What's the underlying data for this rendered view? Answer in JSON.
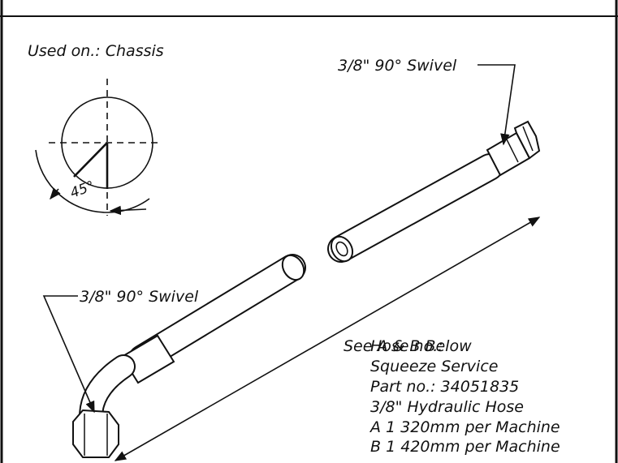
{
  "used_on": "Used on.: Chassis",
  "angle_label": "45°",
  "top_swivel_label": "3/8\" 90° Swivel",
  "bottom_swivel_label": "3/8\" 90° Swivel",
  "dimension_label": "See A & B Below",
  "hose_info": {
    "title": "Hose no.:",
    "service": "Squeeze Service",
    "part": "Part no.: 34051835",
    "type": "3/8\" Hydraulic Hose",
    "a": "A 1 320mm per Machine",
    "b": "B 1 420mm per Machine"
  }
}
